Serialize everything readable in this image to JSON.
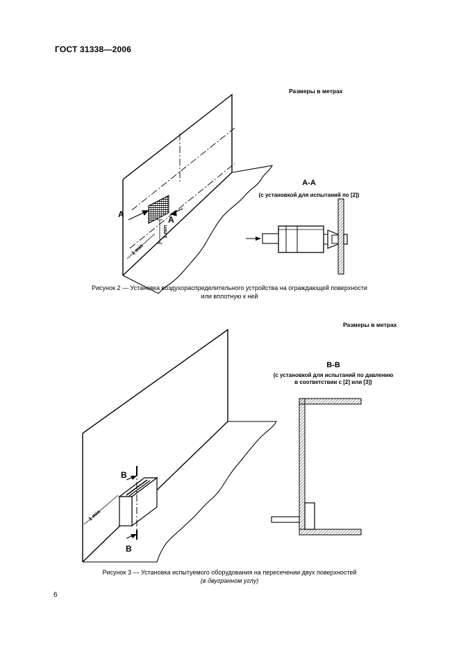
{
  "header": {
    "code": "ГОСТ 31338—2006"
  },
  "figure2": {
    "units": "Размеры в метрах",
    "section_title": "А-А",
    "section_note": "(с установкой для испытаний по [2])",
    "label_a": "А",
    "dim_1min_a": "1 min",
    "dim_1min_b": "1 min",
    "caption_line1": "Рисунок 2 — Установка воздухораспределительного устройства на ограждающей поверхности",
    "caption_line2": "или вплотную к ней"
  },
  "figure3": {
    "units": "Размеры в метрах",
    "section_title": "В-В",
    "section_note_line1": "(с установкой для испытаний по давлению",
    "section_note_line2": "в соответствии с [2] или [3])",
    "label_b": "В",
    "dim_1min": "1 min",
    "caption_line1": "Рисунок 3 — Установка испытуемого оборудования на пересечении двух поверхностей",
    "caption_line2": "(в двугранном углу)"
  },
  "footer": {
    "page_number": "6"
  }
}
